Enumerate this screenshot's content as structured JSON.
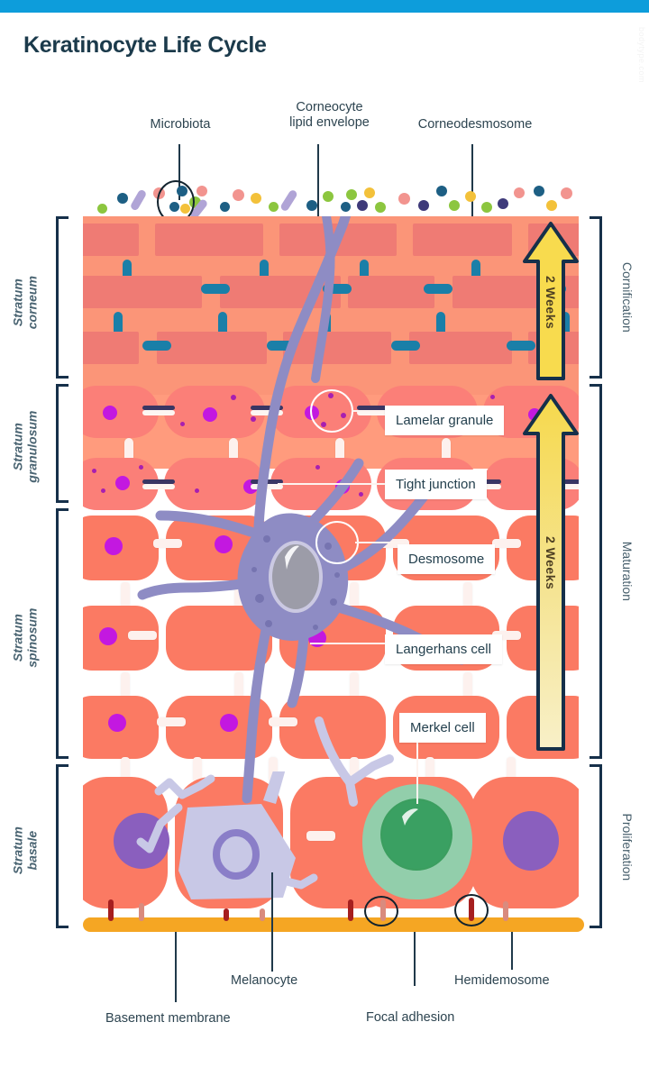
{
  "meta": {
    "title": "Keratinocyte Life Cycle",
    "watermark": "bodytype.com",
    "accent_blue": "#0d9ddb",
    "ink": "#1b3a4b"
  },
  "top_labels": [
    {
      "id": "microbiota",
      "text": "Microbiota",
      "lines": [
        "Microbiota"
      ]
    },
    {
      "id": "corneocyte-lipid-envelope",
      "text": "Corneocyte lipid envelope",
      "lines": [
        "Corneocyte",
        "lipid envelope"
      ]
    },
    {
      "id": "corneodesmosome",
      "text": "Corneodesmosome",
      "lines": [
        "Corneodesmosome"
      ]
    }
  ],
  "layers": [
    {
      "id": "stratum-corneum",
      "lines": [
        "Stratum",
        "corneum"
      ]
    },
    {
      "id": "stratum-granulosum",
      "lines": [
        "Stratum",
        "granulosum"
      ]
    },
    {
      "id": "stratum-spinosum",
      "lines": [
        "Stratum",
        "spinosum"
      ]
    },
    {
      "id": "stratum-basale",
      "lines": [
        "Stratum",
        "basale"
      ]
    }
  ],
  "phases": [
    {
      "id": "cornification",
      "label": "Cornification"
    },
    {
      "id": "maturation",
      "label": "Maturation"
    },
    {
      "id": "proliferation",
      "label": "Proliferation"
    }
  ],
  "arrows": [
    {
      "id": "cornification-arrow",
      "label": "2 Weeks",
      "color": "#f8db4e"
    },
    {
      "id": "maturation-arrow",
      "label": "2 Weeks",
      "color": "#f5e08f"
    }
  ],
  "callouts": [
    {
      "id": "lamelar-granule",
      "label": "Lamelar granule"
    },
    {
      "id": "tight-junction",
      "label": "Tight junction"
    },
    {
      "id": "desmosome",
      "label": "Desmosome"
    },
    {
      "id": "langerhans-cell",
      "label": "Langerhans cell"
    },
    {
      "id": "merkel-cell",
      "label": "Merkel cell"
    }
  ],
  "bottom_labels": [
    {
      "id": "basement-membrane",
      "text": "Basement membrane"
    },
    {
      "id": "melanocyte",
      "text": "Melanocyte"
    },
    {
      "id": "focal-adhesion",
      "text": "Focal adhesion"
    },
    {
      "id": "hemidemosome",
      "text": "Hemidemosome"
    }
  ],
  "colors": {
    "corneum_band": "#ffb08a",
    "granulosum_band": "#ffa585",
    "spinosum_band": "#ff9b7d",
    "basale_band": "#fb9578",
    "brick": "#ef7b74",
    "corneodesmosome": "#1a7fa8",
    "keratinocyte": "#fb7a63",
    "nucleus": "#c318e0",
    "basal_nucleus": "#8a5fbe",
    "basement_membrane": "#f5a623",
    "hemidesmosome": "#a61f1f",
    "focal_adhesion": "#d98b7e",
    "langerhans": "#8e8cc4",
    "melanocyte": "#c8c8e6",
    "merkel": "#92ceab",
    "merkel_nucleus": "#3b9e5f",
    "bracket": "#16304a"
  }
}
